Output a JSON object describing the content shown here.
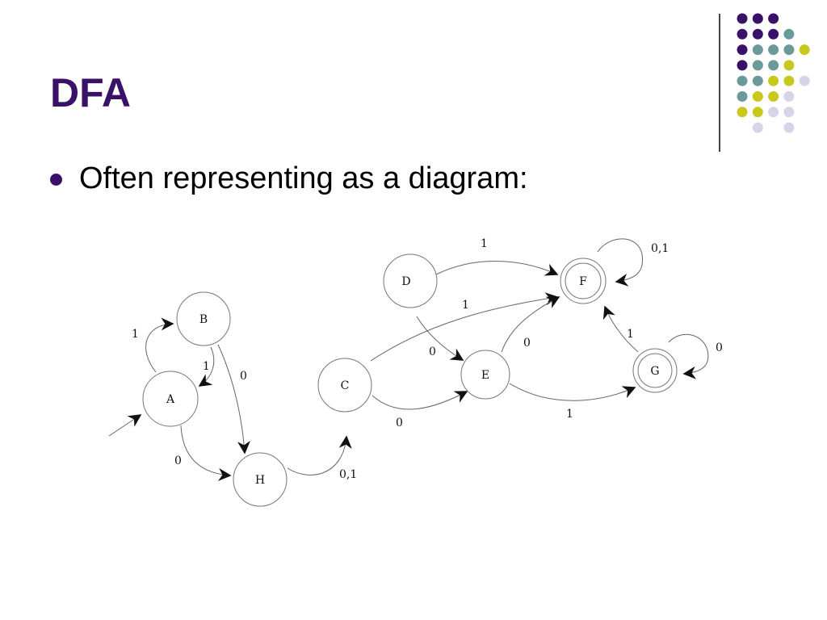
{
  "slide": {
    "title": "DFA",
    "bullet": "Often representing as a diagram:"
  },
  "theme": {
    "title_color": "#3a1169",
    "dot_colors": {
      "purple": "#3a1169",
      "teal": "#6b9a9a",
      "yellow": "#c8c81e",
      "lavender": "#d6d4e8"
    }
  },
  "diagram": {
    "states": [
      {
        "id": "A",
        "label": "A",
        "start": true,
        "accepting": false
      },
      {
        "id": "B",
        "label": "B",
        "start": false,
        "accepting": false
      },
      {
        "id": "C",
        "label": "C",
        "start": false,
        "accepting": false
      },
      {
        "id": "D",
        "label": "D",
        "start": false,
        "accepting": false
      },
      {
        "id": "E",
        "label": "E",
        "start": false,
        "accepting": false
      },
      {
        "id": "F",
        "label": "F",
        "start": false,
        "accepting": true
      },
      {
        "id": "G",
        "label": "G",
        "start": false,
        "accepting": true
      },
      {
        "id": "H",
        "label": "H",
        "start": false,
        "accepting": false
      }
    ],
    "transitions": [
      {
        "from": "A",
        "to": "B",
        "label": "1"
      },
      {
        "from": "B",
        "to": "A",
        "label": "1"
      },
      {
        "from": "B",
        "to": "H",
        "label": "0"
      },
      {
        "from": "A",
        "to": "H",
        "label": "0"
      },
      {
        "from": "H",
        "to": "C",
        "label": "0,1"
      },
      {
        "from": "C",
        "to": "F",
        "label": "1"
      },
      {
        "from": "C",
        "to": "E",
        "label": "0"
      },
      {
        "from": "D",
        "to": "F",
        "label": "1"
      },
      {
        "from": "D",
        "to": "E",
        "label": "0"
      },
      {
        "from": "E",
        "to": "F",
        "label": "0"
      },
      {
        "from": "E",
        "to": "G",
        "label": "1"
      },
      {
        "from": "G",
        "to": "F",
        "label": "1"
      },
      {
        "from": "F",
        "to": "F",
        "label": "0,1"
      },
      {
        "from": "G",
        "to": "G",
        "label": "0"
      }
    ]
  }
}
